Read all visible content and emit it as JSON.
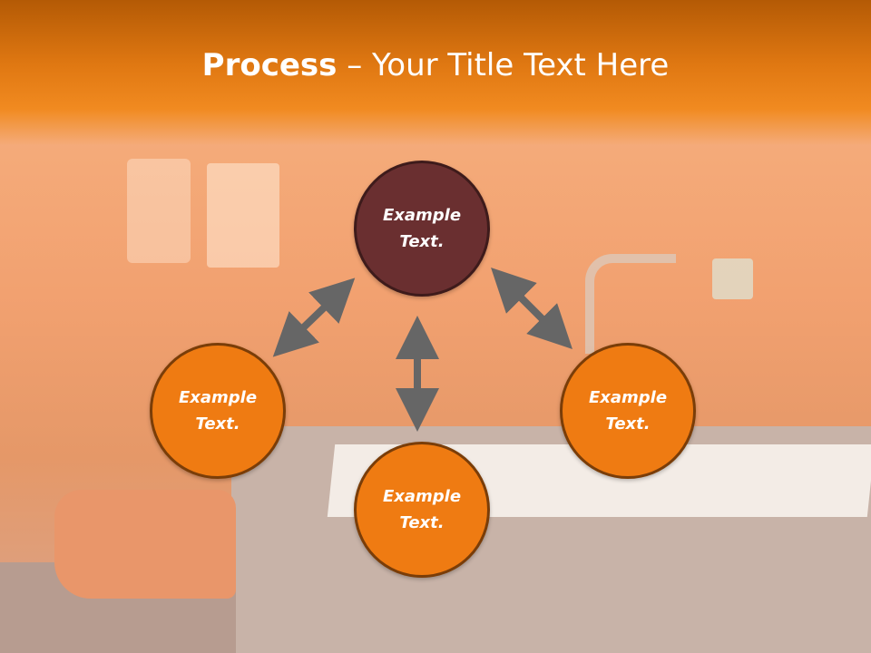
{
  "slide": {
    "title_bold": "Process",
    "title_dash": " – ",
    "title_rest": "Your Title Text Here"
  },
  "nodes": {
    "top": "Example Text.",
    "left": "Example Text.",
    "right": "Example Text.",
    "bottom": "Example Text."
  },
  "colors": {
    "title_bar": "#e07812",
    "node_orange": "#ef7b12",
    "node_center": "#6a2f30",
    "arrow": "#666666"
  }
}
